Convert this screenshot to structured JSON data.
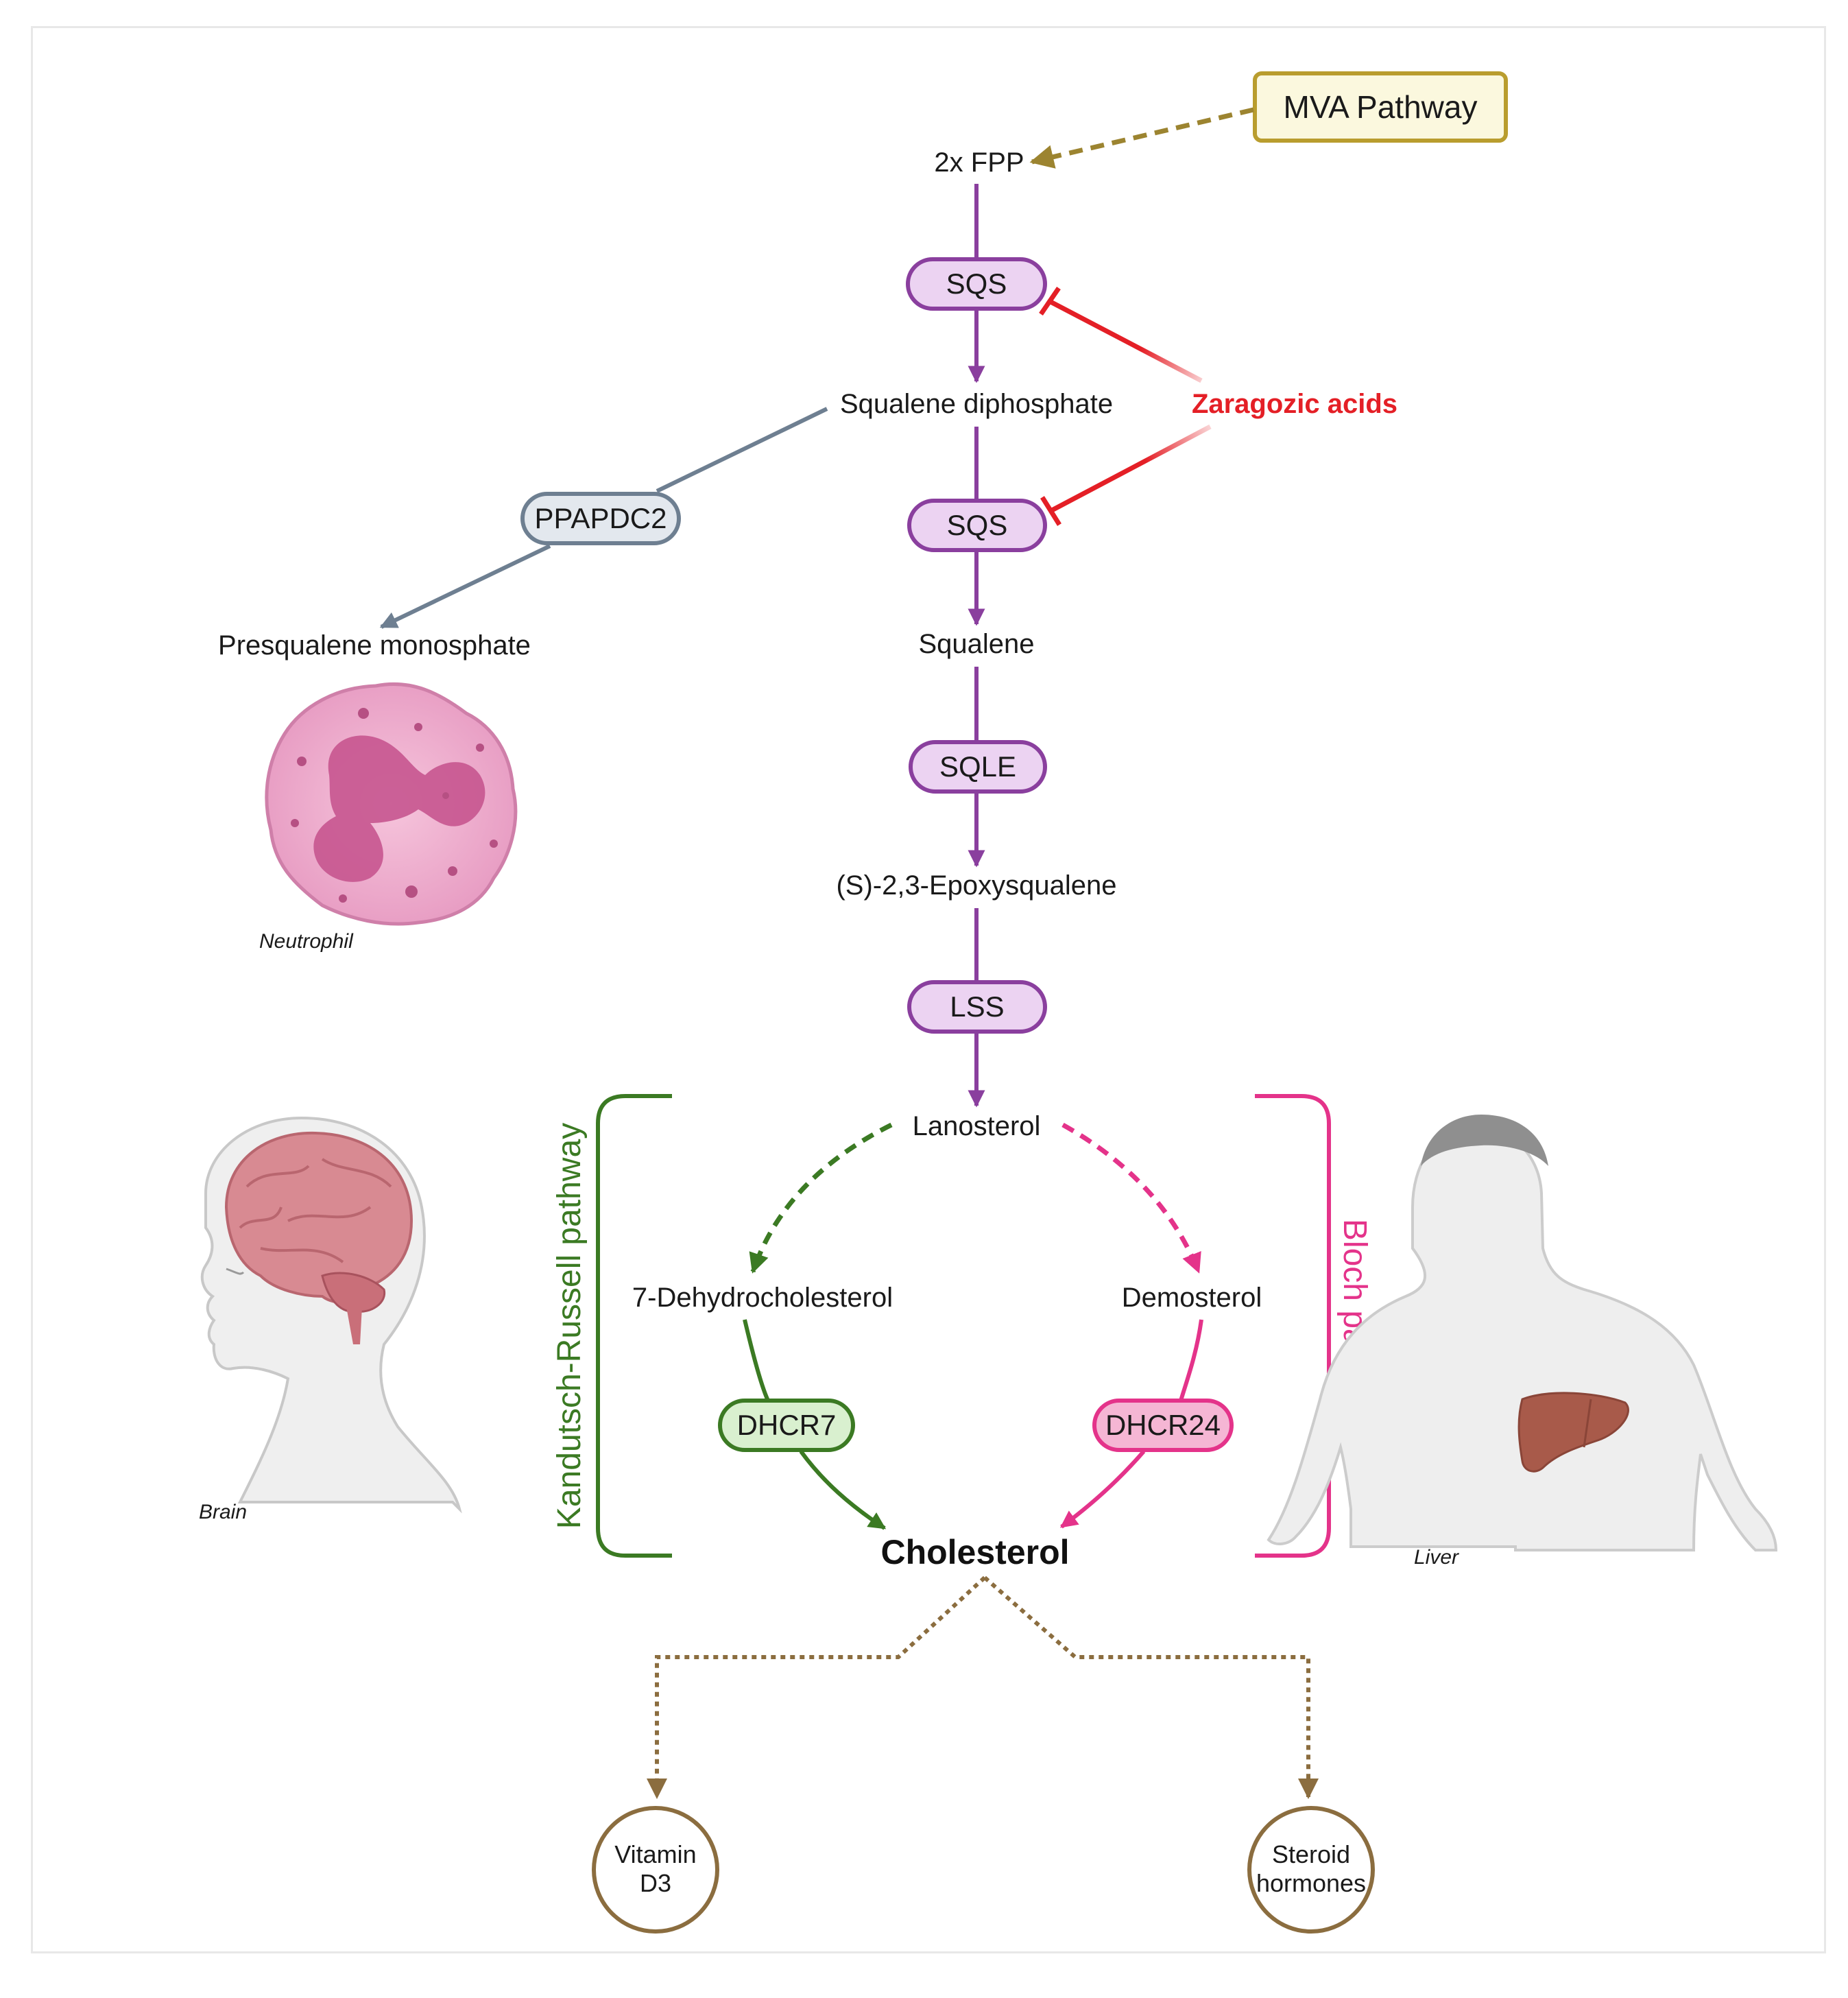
{
  "nodes": {
    "mva": "MVA Pathway",
    "fpp": "2x FPP",
    "sqs1": "SQS",
    "squalene_diphosphate": "Squalene diphosphate",
    "zaragozic": "Zaragozic acids",
    "ppapdc2": "PPAPDC2",
    "sqs2": "SQS",
    "presqualene": "Presqualene monosphate",
    "squalene": "Squalene",
    "sqle": "SQLE",
    "epoxysqualene": "(S)-2,3-Epoxysqualene",
    "lss": "LSS",
    "lanosterol": "Lanosterol",
    "dehydrocholesterol": "7-Dehydrocholesterol",
    "demosterol": "Demosterol",
    "dhcr7": "DHCR7",
    "dhcr24": "DHCR24",
    "cholesterol": "Cholesterol",
    "vitamin_d3_line1": "Vitamin",
    "vitamin_d3_line2": "D3",
    "steroid_line1": "Steroid",
    "steroid_line2": "hormones"
  },
  "pathways": {
    "left": "Kandutsch-Russell pathway",
    "right": "Bloch pathway"
  },
  "captions": {
    "neutrophil": "Neutrophil",
    "brain": "Brain",
    "liver": "Liver"
  },
  "colors": {
    "main": "#8a3f9e",
    "enzyme_fill": "#ecd3f2",
    "inhibitor": "#e41f26",
    "mva_border": "#b99d2e",
    "mva_fill": "#fbf8de",
    "ppapdc2_fill": "#e3e8ee",
    "ppapdc2_stroke": "#6e7f91",
    "kr_green": "#3b7a23",
    "kr_fill": "#d9f0cf",
    "bloch_pink": "#e4338a",
    "bloch_fill": "#f5b6d4",
    "product_brown": "#8b6d3f"
  }
}
